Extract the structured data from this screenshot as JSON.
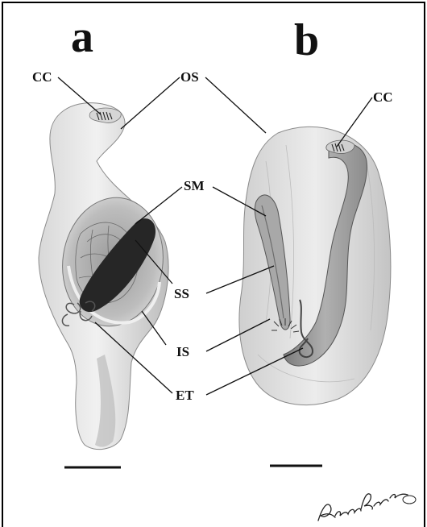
{
  "panels": {
    "a": "a",
    "b": "b"
  },
  "labels": {
    "cc_a": "CC",
    "os": "OS",
    "cc_b": "CC",
    "sm": "SM",
    "ss": "SS",
    "is": "IS",
    "et": "ET"
  },
  "colors": {
    "background": "#ffffff",
    "border": "#000000",
    "shell_light": "#e9e9e9",
    "shell_mid": "#cfcfcf",
    "shell_dark": "#9e9e9e",
    "organ_dark": "#2a2a2a",
    "ink": "#111111"
  }
}
